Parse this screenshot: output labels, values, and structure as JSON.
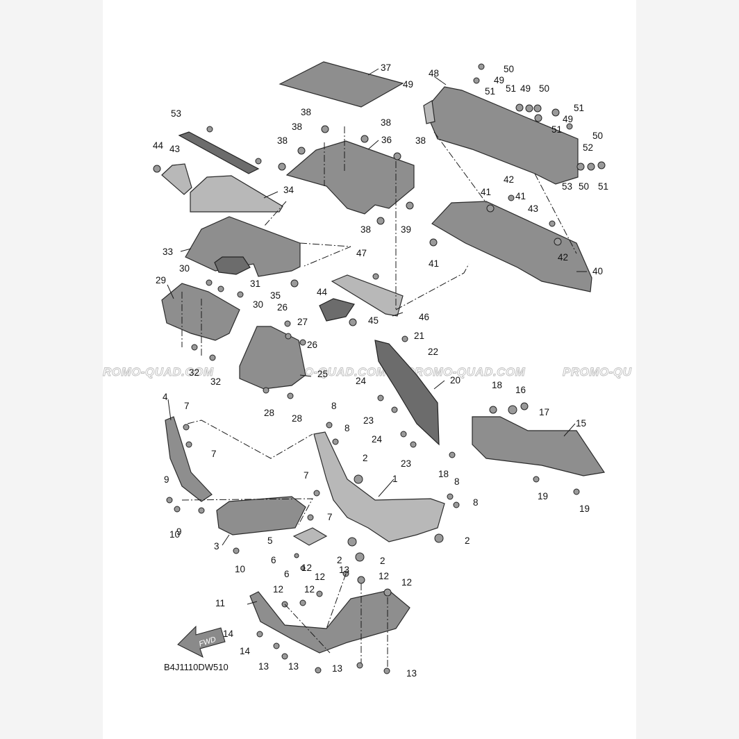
{
  "diagram_code": "B4J1110DW510",
  "fwd_label": "FWD",
  "watermark": [
    "ROMO-QUAD.COM",
    "PROMO-QUAD.COM",
    "PROMO-QUAD.COM",
    "PROMO-QU"
  ],
  "callouts": [
    "1",
    "2",
    "2",
    "2",
    "2",
    "3",
    "4",
    "5",
    "6",
    "6",
    "7",
    "7",
    "7",
    "7",
    "8",
    "8",
    "8",
    "8",
    "9",
    "9",
    "10",
    "10",
    "11",
    "12",
    "12",
    "12",
    "12",
    "12",
    "12",
    "13",
    "13",
    "13",
    "13",
    "13",
    "14",
    "14",
    "15",
    "16",
    "17",
    "18",
    "18",
    "19",
    "19",
    "20",
    "21",
    "22",
    "23",
    "23",
    "24",
    "24",
    "25",
    "26",
    "26",
    "27",
    "28",
    "28",
    "29",
    "30",
    "30",
    "31",
    "32",
    "32",
    "33",
    "34",
    "35",
    "36",
    "37",
    "38",
    "38",
    "38",
    "38",
    "38",
    "38",
    "39",
    "40",
    "41",
    "41",
    "41",
    "42",
    "42",
    "43",
    "43",
    "44",
    "44",
    "45",
    "46",
    "47",
    "48",
    "49",
    "49",
    "49",
    "49",
    "50",
    "50",
    "50",
    "50",
    "51",
    "51",
    "51",
    "51",
    "51",
    "52",
    "53",
    "53"
  ]
}
